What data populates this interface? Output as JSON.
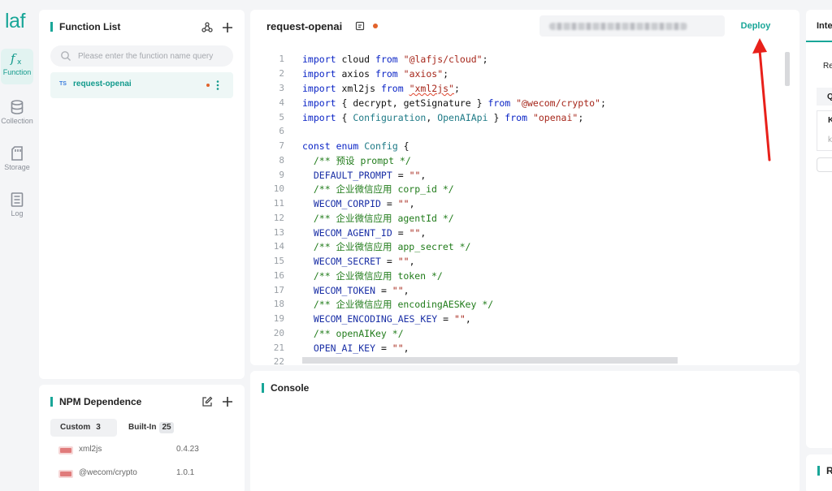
{
  "app": {
    "logo": "laf"
  },
  "rail": {
    "items": [
      {
        "label": "Function",
        "icon": "function-icon"
      },
      {
        "label": "Collection",
        "icon": "database-icon"
      },
      {
        "label": "Storage",
        "icon": "storage-icon"
      },
      {
        "label": "Log",
        "icon": "log-icon"
      }
    ]
  },
  "function_list": {
    "title": "Function List",
    "search_placeholder": "Please enter the function name query",
    "items": [
      {
        "lang": "TS",
        "name": "request-openai"
      }
    ]
  },
  "npm": {
    "title": "NPM Dependence",
    "tabs": [
      {
        "label": "Custom",
        "count": "3"
      },
      {
        "label": "Built-In",
        "count": "25"
      }
    ],
    "packages": [
      {
        "name": "xml2js",
        "version": "0.4.23"
      },
      {
        "name": "@wecom/crypto",
        "version": "1.0.1"
      }
    ]
  },
  "editor": {
    "title": "request-openai",
    "deploy_label": "Deploy",
    "line_numbers": [
      "1",
      "2",
      "3",
      "4",
      "5",
      "6",
      "7",
      "8",
      "9",
      "10",
      "11",
      "12",
      "13",
      "14",
      "15",
      "16",
      "17",
      "18",
      "19",
      "20",
      "21",
      "22"
    ],
    "code": {
      "l1": {
        "a": "import",
        "b": " cloud ",
        "c": "from",
        "d": " ",
        "e": "\"@lafjs/cloud\"",
        "f": ";"
      },
      "l2": {
        "a": "import",
        "b": " axios ",
        "c": "from",
        "d": " ",
        "e": "\"axios\"",
        "f": ";"
      },
      "l3": {
        "a": "import",
        "b": " xml2js ",
        "c": "from",
        "d": " ",
        "e": "\"xml2js\"",
        "f": ";"
      },
      "l4": {
        "a": "import",
        "b": " { decrypt, getSignature } ",
        "c": "from",
        "d": " ",
        "e": "\"@wecom/crypto\"",
        "f": ";"
      },
      "l5": {
        "a": "import",
        "b": " { ",
        "c1": "Configuration",
        "b2": ", ",
        "c2": "OpenAIApi",
        "b3": " } ",
        "c": "from",
        "d": " ",
        "e": "\"openai\"",
        "f": ";"
      },
      "l7": {
        "a": "const",
        "b": " ",
        "c": "enum",
        "d": " ",
        "e": "Config",
        "f": " {"
      },
      "l8": "  /** 预设 prompt */",
      "l9": {
        "k": "  DEFAULT_PROMPT",
        "o": " = ",
        "s": "\"\"",
        "p": ","
      },
      "l10": "  /** 企业微信应用 corp_id */",
      "l11": {
        "k": "  WECOM_CORPID",
        "o": " = ",
        "s": "\"\"",
        "p": ","
      },
      "l12": "  /** 企业微信应用 agentId */",
      "l13": {
        "k": "  WECOM_AGENT_ID",
        "o": " = ",
        "s": "\"\"",
        "p": ","
      },
      "l14": "  /** 企业微信应用 app_secret */",
      "l15": {
        "k": "  WECOM_SECRET",
        "o": " = ",
        "s": "\"\"",
        "p": ","
      },
      "l16": "  /** 企业微信应用 token */",
      "l17": {
        "k": "  WECOM_TOKEN",
        "o": " = ",
        "s": "\"\"",
        "p": ","
      },
      "l18": "  /** 企业微信应用 encodingAESKey */",
      "l19": {
        "k": "  WECOM_ENCODING_AES_KEY",
        "o": " = ",
        "s": "\"\"",
        "p": ","
      },
      "l20": "  /** openAIKey */",
      "l21": {
        "k": "  OPEN_AI_KEY",
        "o": " = ",
        "s": "\"\"",
        "p": ","
      }
    }
  },
  "console": {
    "title": "Console"
  },
  "right_panel": {
    "title": "Inte",
    "label": "Re",
    "cell_a": "Q",
    "cell_b": "K",
    "cell_c": "k",
    "bottom_title": "R"
  },
  "colors": {
    "accent": "#19a698",
    "unsaved": "#e2622b",
    "annotation": "#e8201a"
  }
}
